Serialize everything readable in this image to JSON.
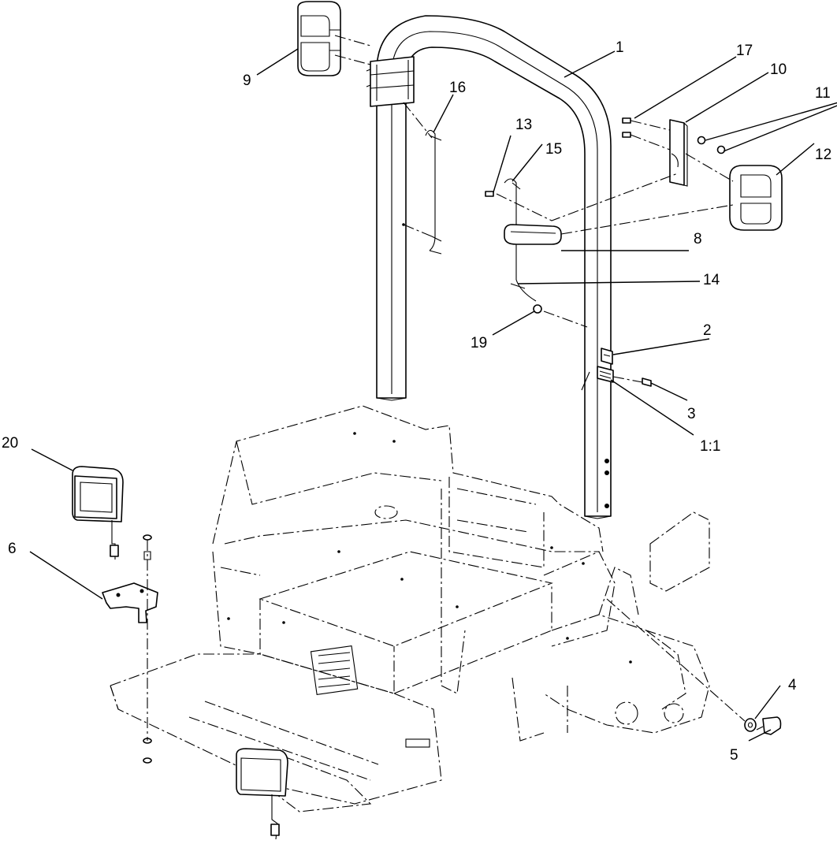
{
  "callouts": [
    {
      "id": "c1",
      "text": "1"
    },
    {
      "id": "c2",
      "text": "2"
    },
    {
      "id": "c3",
      "text": "3"
    },
    {
      "id": "c4",
      "text": "4"
    },
    {
      "id": "c5",
      "text": "5"
    },
    {
      "id": "c6",
      "text": "6"
    },
    {
      "id": "c8",
      "text": "8"
    },
    {
      "id": "c9",
      "text": "9"
    },
    {
      "id": "c10",
      "text": "10"
    },
    {
      "id": "c11",
      "text": "11"
    },
    {
      "id": "c12",
      "text": "12"
    },
    {
      "id": "c13",
      "text": "13"
    },
    {
      "id": "c14",
      "text": "14"
    },
    {
      "id": "c15",
      "text": "15"
    },
    {
      "id": "c16",
      "text": "16"
    },
    {
      "id": "c17",
      "text": "17"
    },
    {
      "id": "c19",
      "text": "19"
    },
    {
      "id": "c20",
      "text": "20"
    },
    {
      "id": "c1_1",
      "text": "1:1"
    }
  ]
}
